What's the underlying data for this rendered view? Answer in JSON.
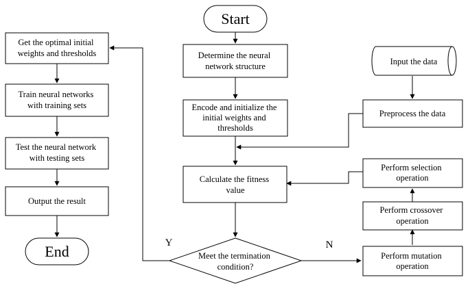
{
  "flowchart": {
    "start": "Start",
    "end": "End",
    "determine": [
      "Determine the neural",
      "network structure"
    ],
    "encode": [
      "Encode and initialize the",
      "initial weights and",
      "thresholds"
    ],
    "fitness": [
      "Calculate the fitness",
      "value"
    ],
    "meet": [
      "Meet the termination",
      "condition?"
    ],
    "input": "Input the data",
    "preprocess": "Preprocess the data",
    "selection": [
      "Perform selection",
      "operation"
    ],
    "crossover": [
      "Perform crossover",
      "operation"
    ],
    "mutation": [
      "Perform mutation",
      "operation"
    ],
    "optimal": [
      "Get the optimal initial",
      "weights and thresholds"
    ],
    "train": [
      "Train neural networks",
      "with training sets"
    ],
    "test": [
      "Test the neural network",
      "with testing sets"
    ],
    "output": "Output the result",
    "yes_label": "Y",
    "no_label": "N"
  }
}
